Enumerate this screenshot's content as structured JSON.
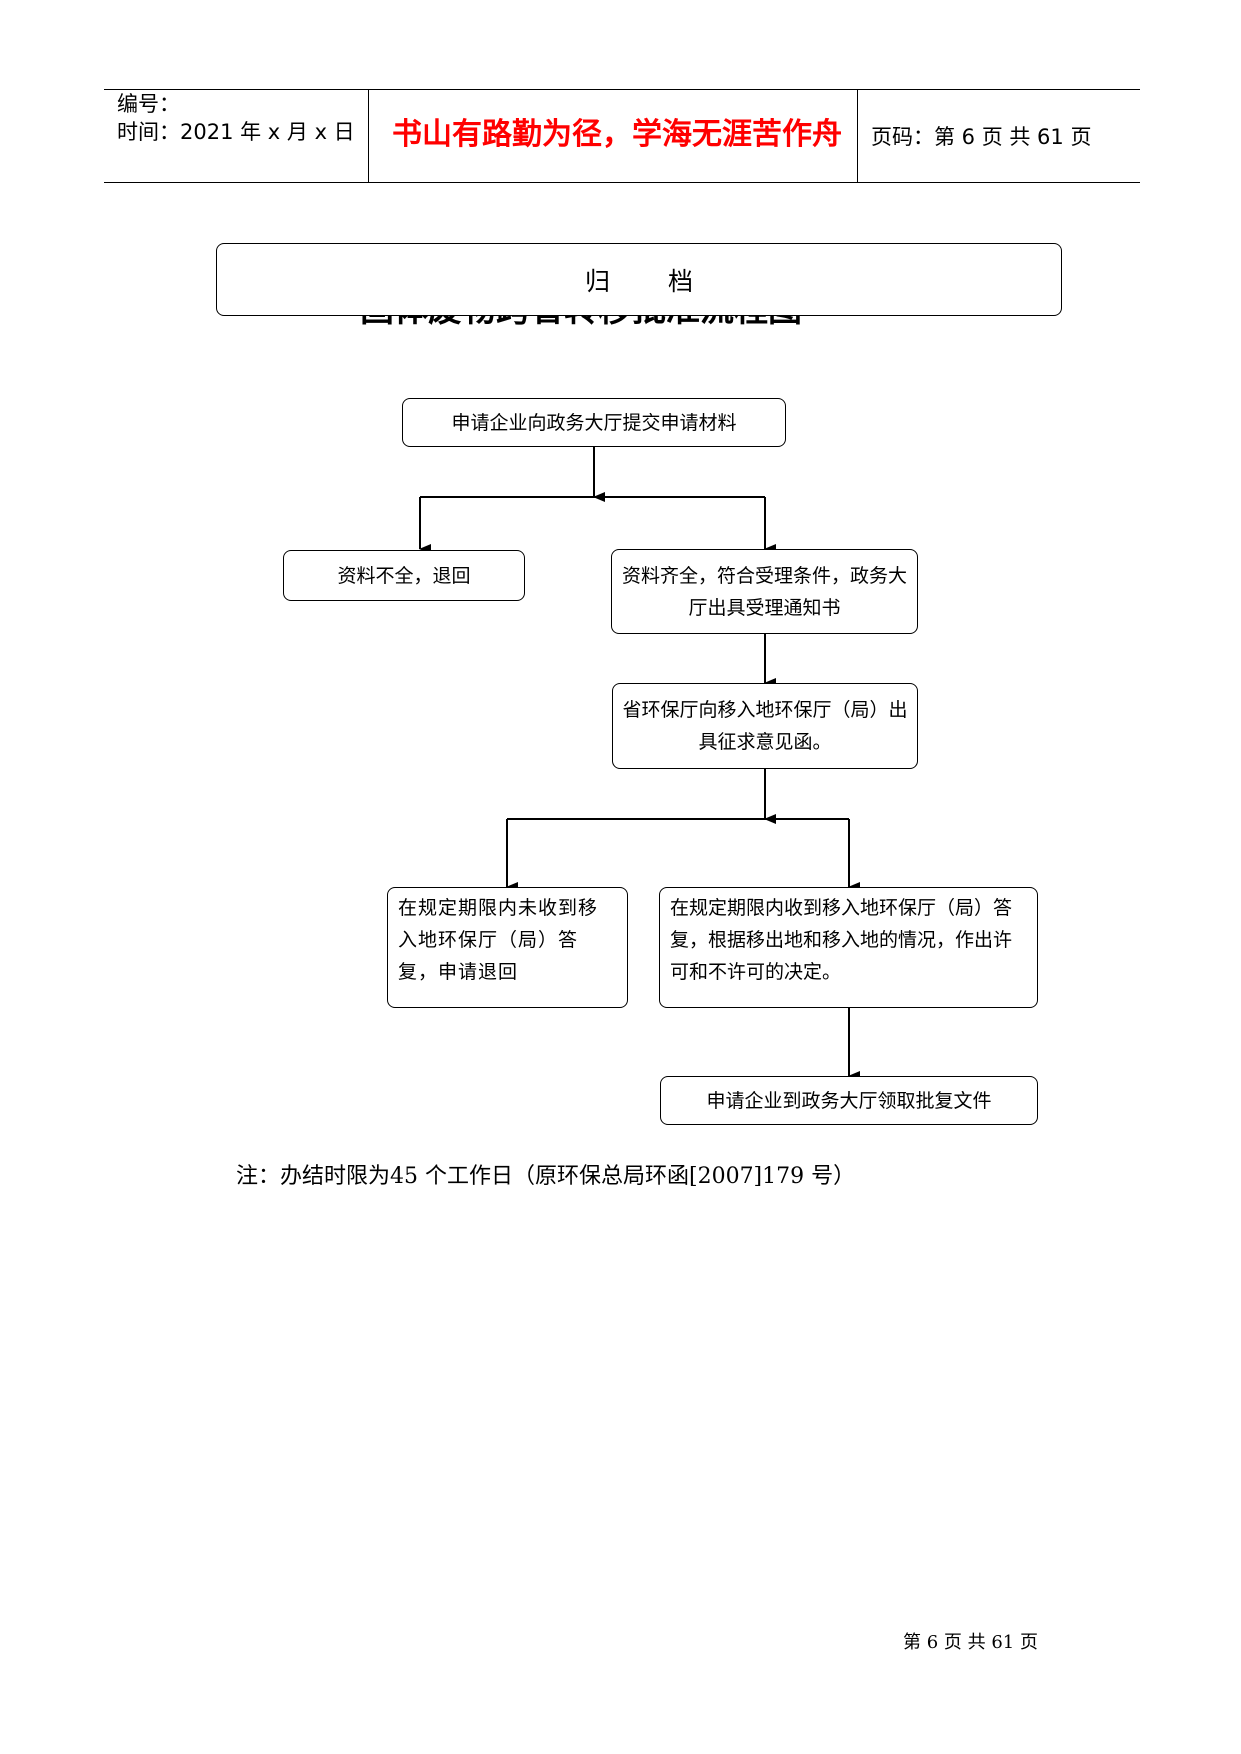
{
  "header": {
    "number_label": "编号：",
    "time_label": "时间：2021 年 x 月 x 日",
    "motto": "书山有路勤为径，学海无涯苦作舟",
    "page_label": "页码：第 6 页  共 61 页"
  },
  "archive_label": "归档",
  "obscured_title": "固体废物跨省转移批准流程图",
  "flow": {
    "submit": "申请企业向政务大厅提交申请材料",
    "incomplete": "资料不全，退回",
    "complete": "资料齐全，符合受理条件，政务大厅出具受理通知书",
    "solicit": "省环保厅向移入地环保厅（局）出具征求意见函。",
    "no_reply": "在规定期限内未收到移入地环保厅（局）答复，申请退回",
    "reply": "在规定期限内收到移入地环保厅（局）答复，根据移出地和移入地的情况，作出许可和不许可的决定。",
    "collect": "申请企业到政务大厅领取批复文件"
  },
  "note": "注：办结时限为45 个工作日（原环保总局环函[2007]179 号）",
  "footer": "第 6 页  共 61 页"
}
